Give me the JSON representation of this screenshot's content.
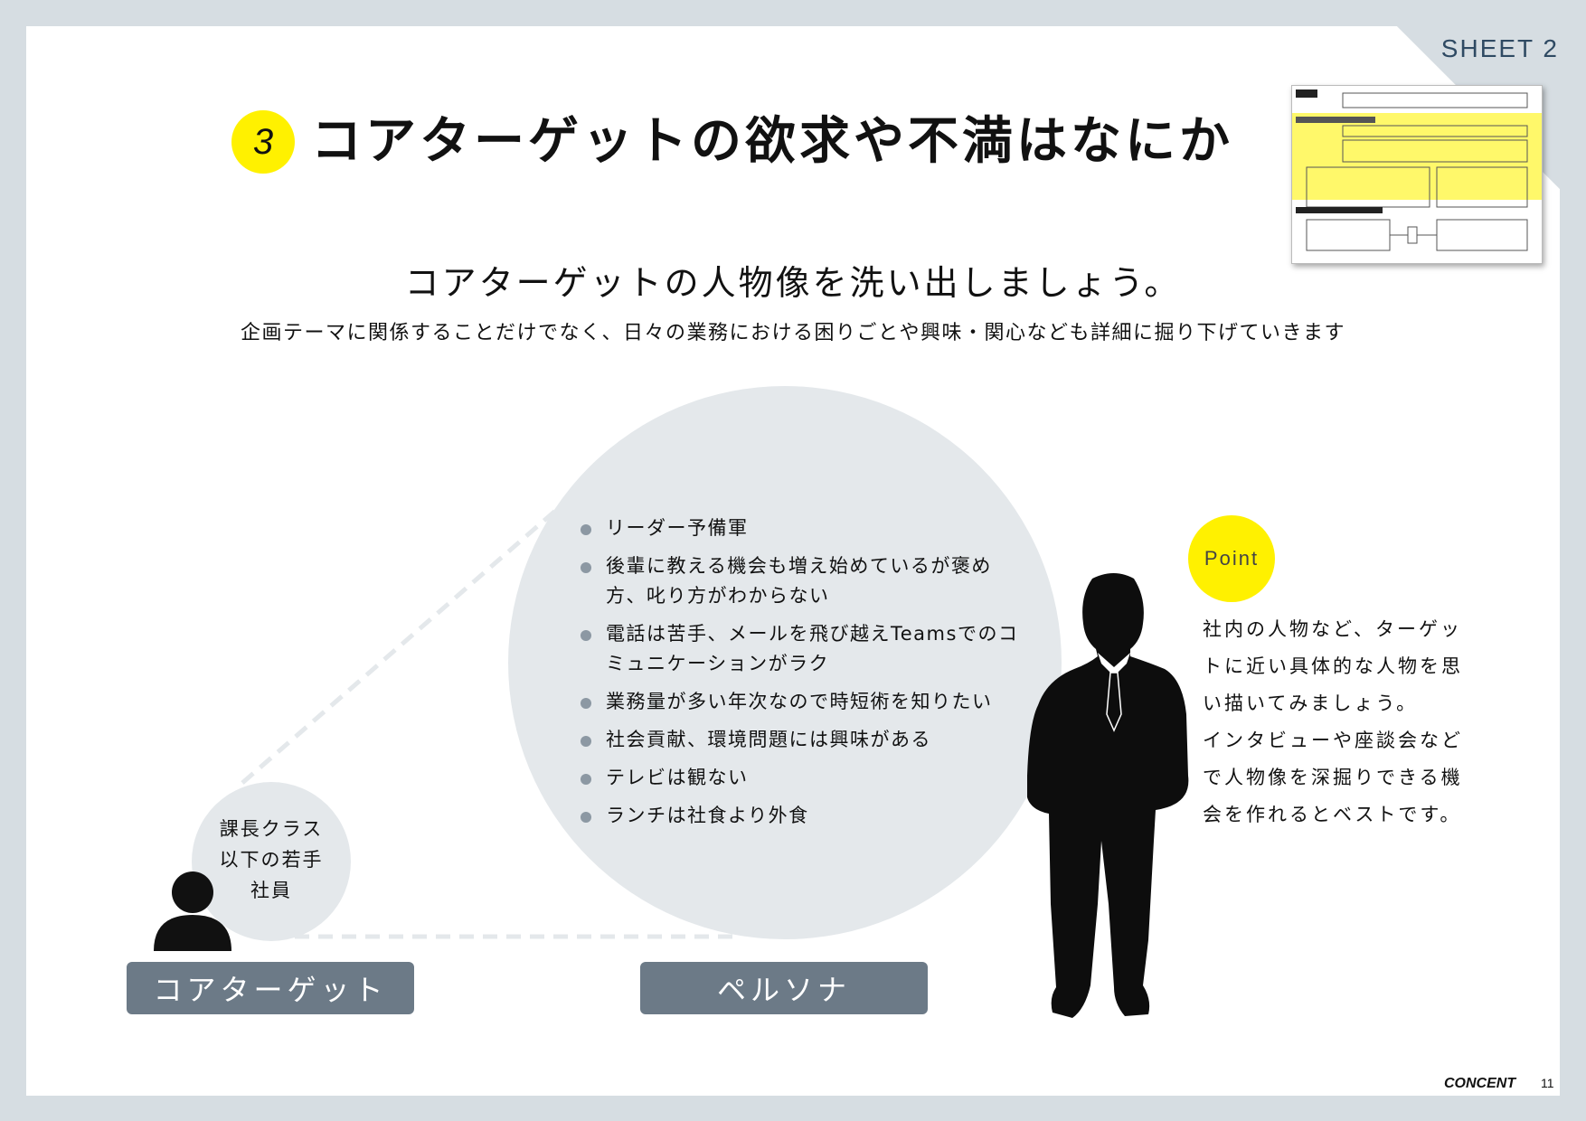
{
  "header": {
    "sheet_label": "SHEET 2",
    "step_number": "3",
    "title": "コアターゲットの欲求や不満はなにか"
  },
  "intro": {
    "subtitle": "コアターゲットの人物像を洗い出しましょう。",
    "description": "企画テーマに関係することだけでなく、日々の業務における困りごとや興味・関心なども詳細に掘り下げていきます"
  },
  "persona": {
    "traits": [
      "リーダー予備軍",
      "後輩に教える機会も増え始めているが褒め方、叱り方がわからない",
      "電話は苦手、メールを飛び越えTeamsでのコミュニケーションがラク",
      "業務量が多い年次なので時短術を知りたい",
      "社会貢献、環境問題には興味がある",
      "テレビは観ない",
      "ランチは社食より外食"
    ],
    "label": "ペルソナ"
  },
  "core_target": {
    "description_lines": [
      "課長クラス",
      "以下の若手",
      "社員"
    ],
    "label": "コアターゲット"
  },
  "point": {
    "badge": "Point",
    "lines": [
      "社内の人物など、ターゲッ",
      "トに近い具体的な人物を思",
      "い描いてみましょう。",
      "インタビューや座談会など",
      "で人物像を深掘りできる機",
      "会を作れるとベストです。"
    ]
  },
  "footer": {
    "brand": "CONCENT",
    "page_number": "11"
  },
  "colors": {
    "accent_yellow": "#fff100",
    "label_gray": "#6c7a87",
    "circle_gray": "#e4e8eb",
    "frame_gray": "#d6dde2",
    "title_navy": "#2f4a63"
  },
  "icons": [
    "person-icon",
    "businessman-silhouette"
  ]
}
